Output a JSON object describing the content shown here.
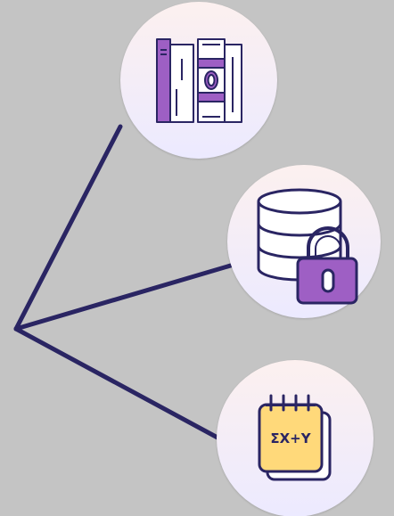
{
  "diagram": {
    "type": "hub-and-spoke",
    "colors": {
      "background": "#c4c4c4",
      "connector": "#2a2563",
      "circle_fill_top": "#fbeff0",
      "circle_fill_bottom": "#ecebff",
      "icon_outline": "#2a2563",
      "icon_purple": "#9e5fc4",
      "icon_yellow": "#ffd97a",
      "icon_white": "#ffffff"
    },
    "hub": {
      "name": "hub-point"
    },
    "nodes": [
      {
        "name": "books-node",
        "icon": "books-icon"
      },
      {
        "name": "database-lock-node",
        "icon": "database-lock-icon"
      },
      {
        "name": "formula-notepad-node",
        "icon": "formula-notepad-icon",
        "formula_text": "ΣX+Y"
      }
    ]
  }
}
